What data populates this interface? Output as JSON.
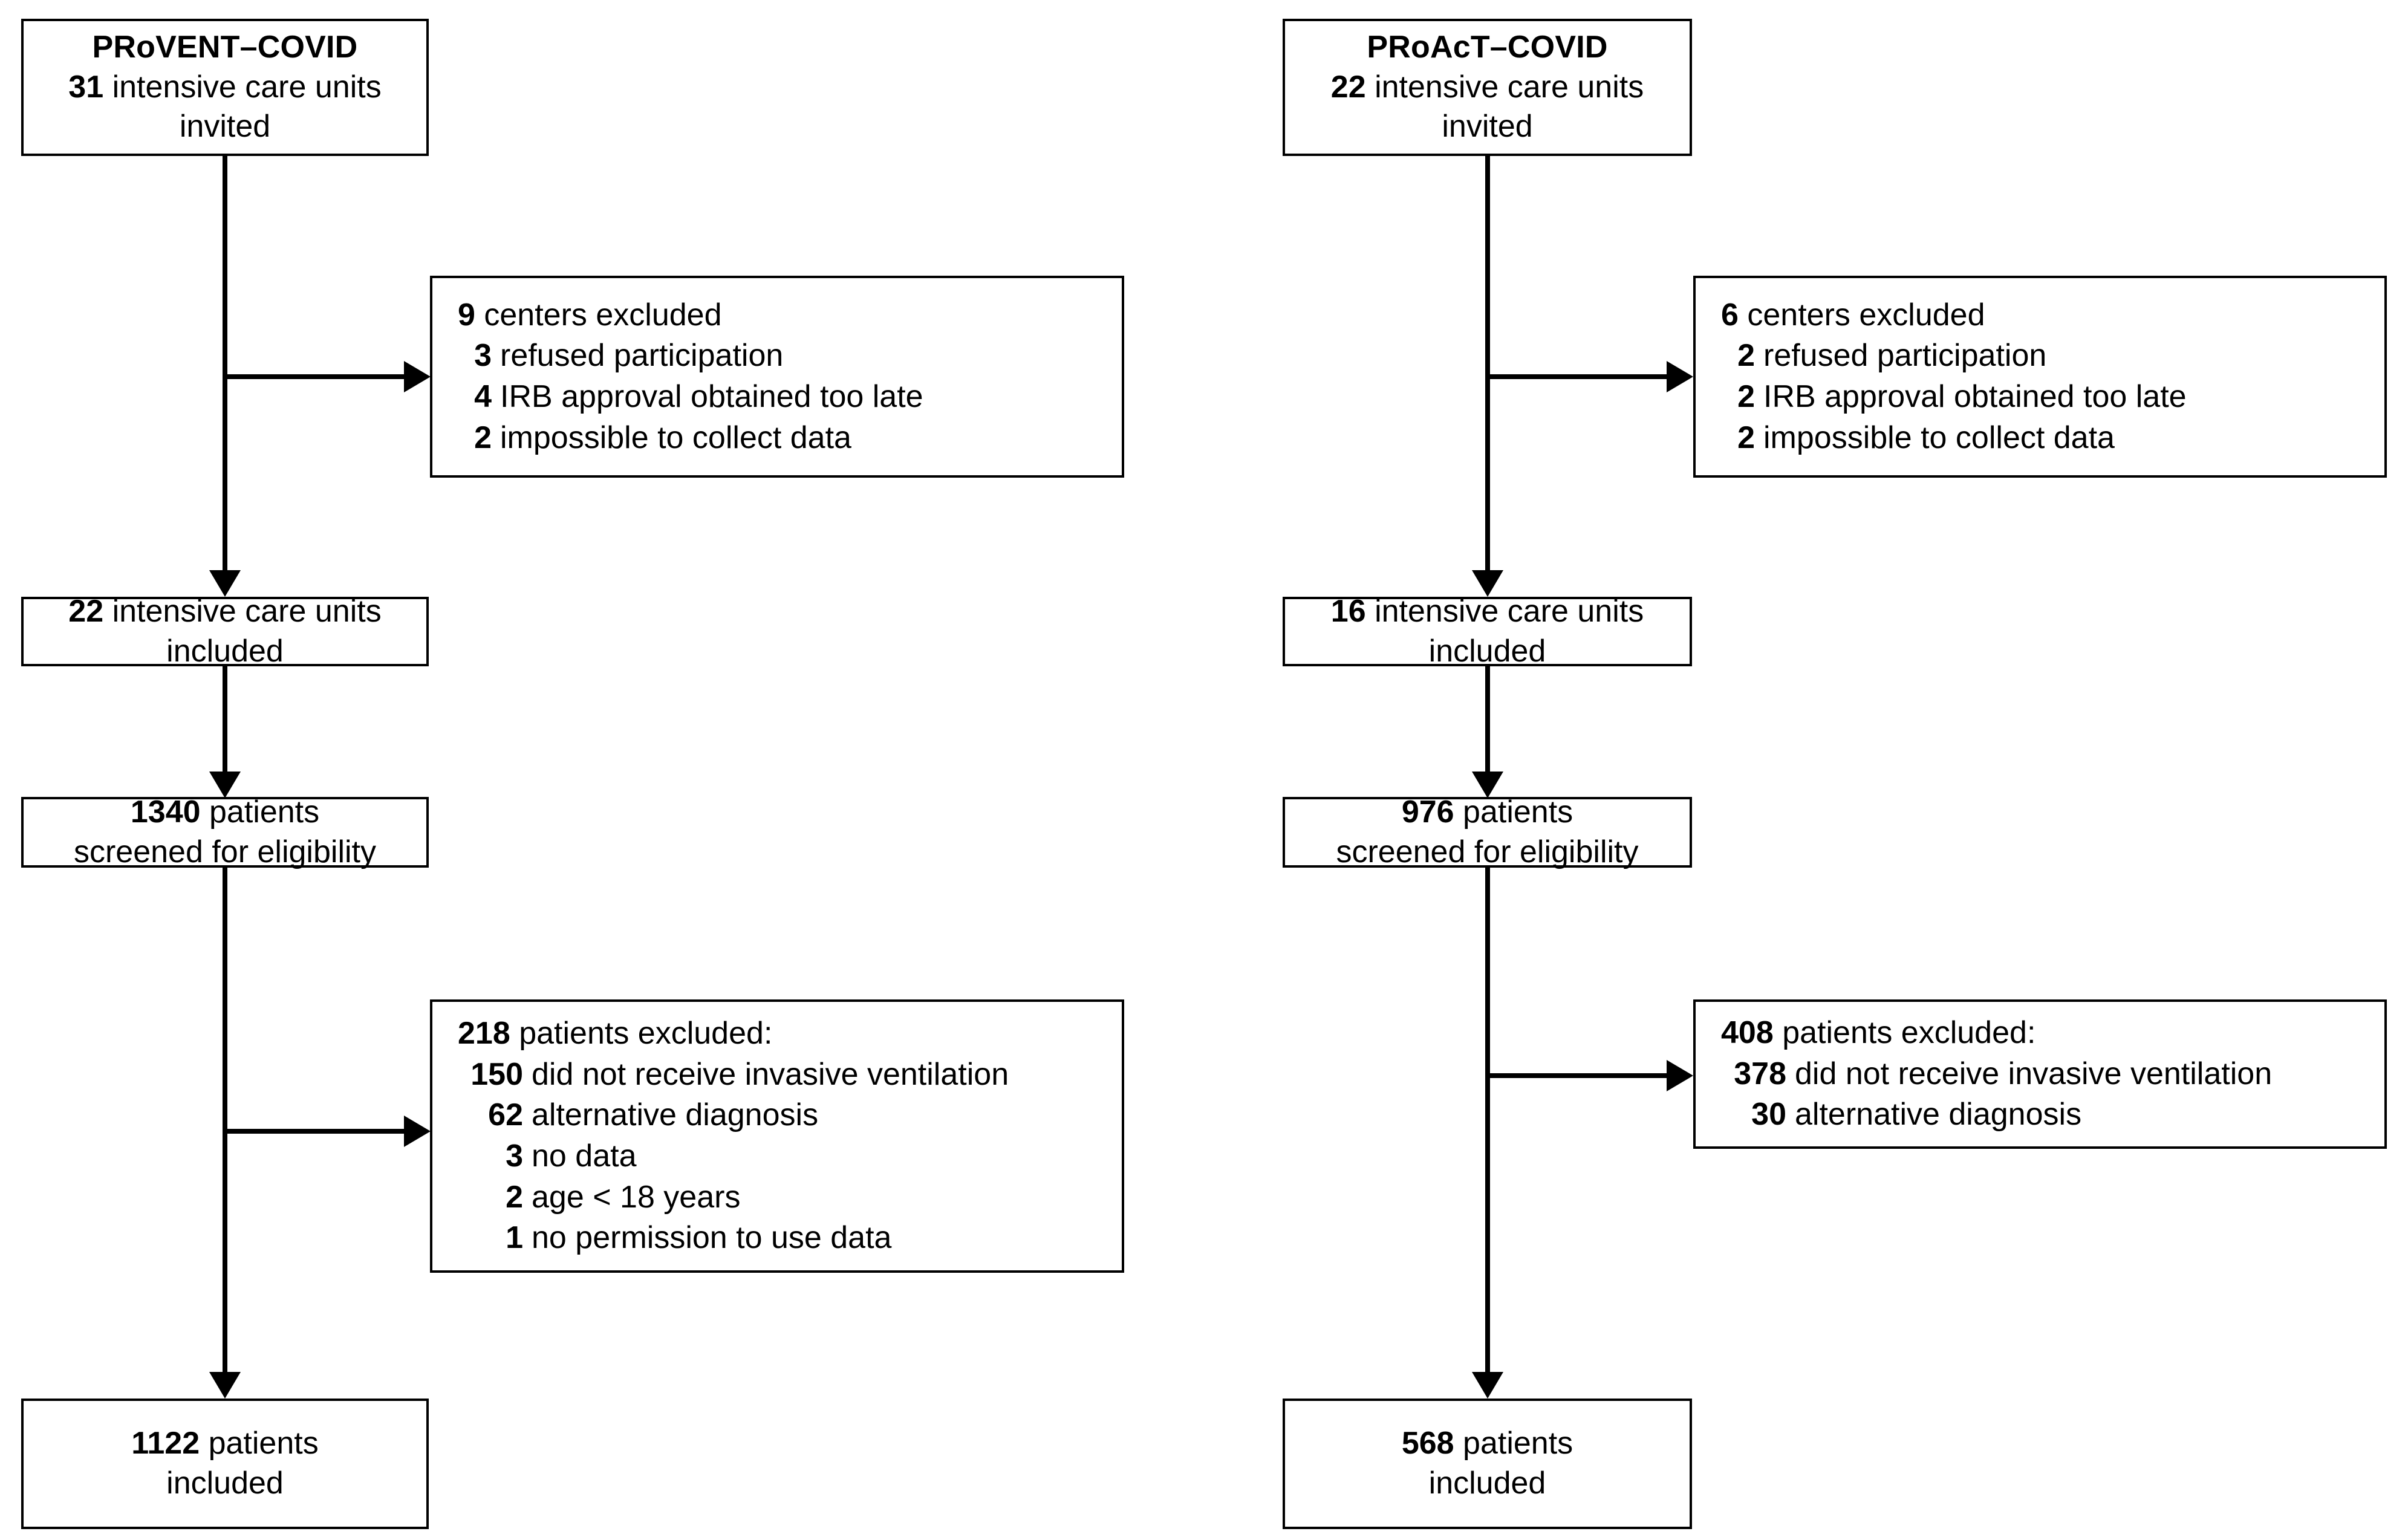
{
  "figure": {
    "type": "flow-diagram",
    "description": "CONSORT-style patient and center enrollment flow for two COVID studies"
  },
  "columns": [
    {
      "id": "provent",
      "title": "PRoVENT–COVID",
      "top_box": {
        "count": "31",
        "text": "intensive care units",
        "text2": "invited"
      },
      "center_exclusion": {
        "head_count": "9",
        "head_text": "centers excluded",
        "items": [
          {
            "count": "3",
            "text": "refused participation"
          },
          {
            "count": "4",
            "text": "IRB approval obtained too late"
          },
          {
            "count": "2",
            "text": "impossible to collect data"
          }
        ]
      },
      "included_units": {
        "count": "22",
        "text": "intensive care units",
        "text2": "included"
      },
      "screened": {
        "count": "1340",
        "text": "patients",
        "text2": "screened for eligibility"
      },
      "patient_exclusion": {
        "head_count": "218",
        "head_text": "patients excluded:",
        "items": [
          {
            "count": "150",
            "text": "did not receive invasive ventilation"
          },
          {
            "count": "62",
            "text": "alternative diagnosis"
          },
          {
            "count": "3",
            "text": "no data"
          },
          {
            "count": "2",
            "text": "age < 18 years"
          },
          {
            "count": "1",
            "text": "no permission to use data"
          }
        ]
      },
      "included_patients": {
        "count": "1122",
        "text": "patients",
        "text2": "included"
      }
    },
    {
      "id": "proact",
      "title": "PRoAcT–COVID",
      "top_box": {
        "count": "22",
        "text": "intensive care units",
        "text2": "invited"
      },
      "center_exclusion": {
        "head_count": "6",
        "head_text": "centers excluded",
        "items": [
          {
            "count": "2",
            "text": "refused participation"
          },
          {
            "count": "2",
            "text": "IRB approval obtained too late"
          },
          {
            "count": "2",
            "text": "impossible to collect data"
          }
        ]
      },
      "included_units": {
        "count": "16",
        "text": "intensive care units",
        "text2": "included"
      },
      "screened": {
        "count": "976",
        "text": "patients",
        "text2": "screened for eligibility"
      },
      "patient_exclusion": {
        "head_count": "408",
        "head_text": "patients excluded:",
        "items": [
          {
            "count": "378",
            "text": "did not receive invasive ventilation"
          },
          {
            "count": "30",
            "text": "alternative diagnosis"
          }
        ]
      },
      "included_patients": {
        "count": "568",
        "text": "patients",
        "text2": "included"
      }
    }
  ],
  "colors": {
    "stroke": "#000000",
    "background": "#ffffff",
    "text": "#000000"
  }
}
